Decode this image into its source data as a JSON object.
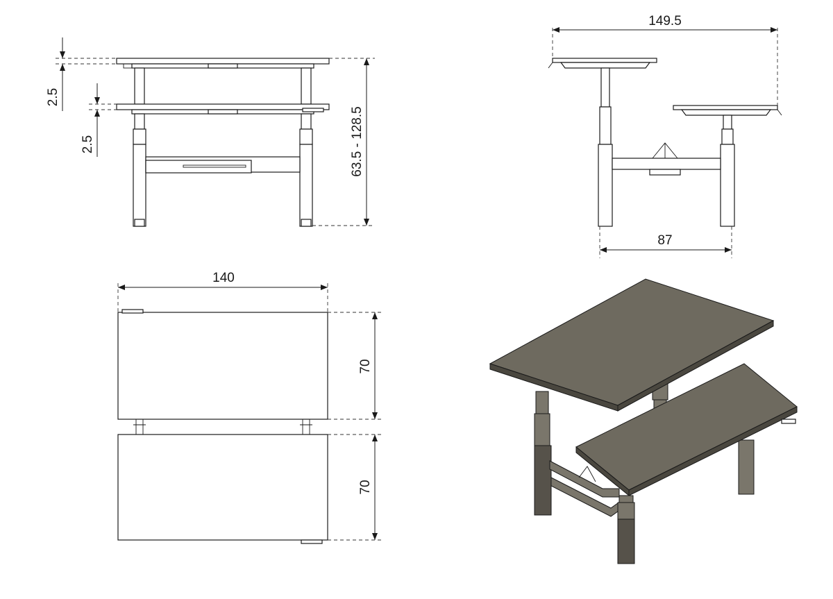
{
  "drawing": {
    "front_view": {
      "offset_top": "2.5",
      "offset_second": "2.5",
      "height_range": "63.5 - 128.5"
    },
    "side_view": {
      "overall_depth": "149.5",
      "foot_span": "87"
    },
    "top_view": {
      "width": "140",
      "depth_upper": "70",
      "depth_lower": "70"
    }
  }
}
